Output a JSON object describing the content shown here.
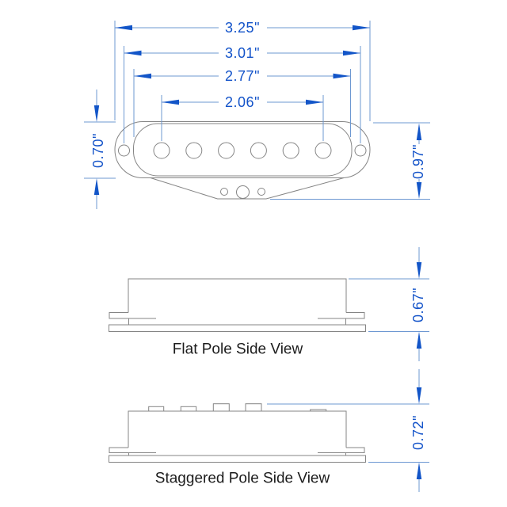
{
  "colors": {
    "dimension_blue_text": "#1353c9",
    "dimension_blue_line": "#6d98d2",
    "dimension_blue_arrow": "#1255c8",
    "drawing_line_gray": "#858585",
    "caption_text": "#1c1c1c",
    "background": "#ffffff"
  },
  "top_view": {
    "horizontal_dimensions": [
      {
        "label": "3.25\""
      },
      {
        "label": "3.01\""
      },
      {
        "label": "2.77\""
      },
      {
        "label": "2.06\""
      }
    ],
    "left_vertical_dimension": "0.70\"",
    "right_vertical_dimension": "0.97\"",
    "pole_count": 6,
    "mounting_hole_count": 2,
    "base_plate_hole_count": 3
  },
  "flat_view": {
    "caption": "Flat Pole Side View",
    "height_dimension": "0.67\""
  },
  "staggered_view": {
    "caption": "Staggered Pole Side View",
    "height_dimension": "0.72\"",
    "visible_raised_pole_count": 5
  }
}
